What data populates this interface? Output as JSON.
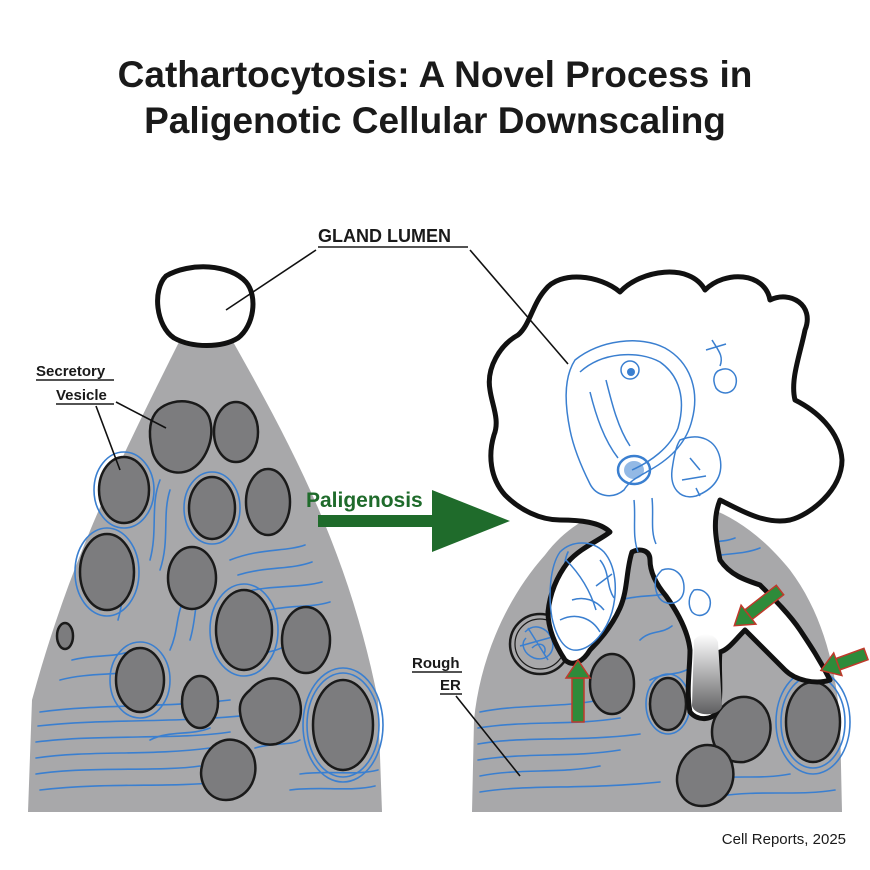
{
  "title": {
    "line1": "Cathartocytosis: A Novel Process in",
    "line2": "Paligenotic Cellular Downscaling"
  },
  "labels": {
    "gland_lumen": "GLAND LUMEN",
    "secretory_line1": "Secretory",
    "secretory_line2": "Vesicle",
    "paligenosis": "Paligenosis",
    "rough_line1": "Rough",
    "rough_line2": "ER"
  },
  "credit": "Cell Reports, 2025",
  "colors": {
    "cell_fill": "#a8a8aa",
    "vesicle_fill": "#7c7c7e",
    "er_blue": "#3a7fd0",
    "arrow_green": "#1f6b2b",
    "small_arrow_green": "#2e8b3a",
    "small_arrow_border": "#c0392b"
  }
}
